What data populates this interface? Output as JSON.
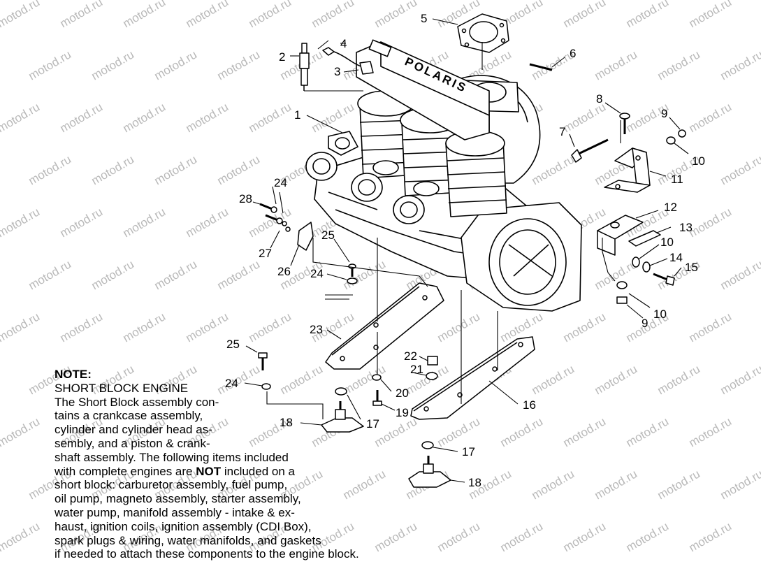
{
  "watermark": "motod.ru",
  "cylinder_head_marking": "POLARIS",
  "note": {
    "title": "NOTE:",
    "heading": "SHORT BLOCK ENGINE",
    "lines": [
      "The Short Block assembly con-",
      "tains a crankcase assembly,",
      "cylinder and cylinder head as-",
      "sembly, and a piston & crank-",
      "shaft assembly.  The following items included"
    ],
    "line6_pre": "with complete engines are ",
    "line6_bold": "NOT",
    "line6_post": " included on a",
    "lines_after": [
      "short block:  carburetor assembly, fuel pump,",
      "oil pump, magneto assembly, starter assembly,",
      "water pump, manifold assembly - intake & ex-",
      "haust, ignition coils, ignition assembly (CDI Box),",
      "spark plugs & wiring, water manifolds, and gaskets",
      "if needed to attach these components to the engine block."
    ]
  },
  "callouts": {
    "c1": "1",
    "c2": "2",
    "c3": "3",
    "c4": "4",
    "c5": "5",
    "c6": "6",
    "c7": "7",
    "c8": "8",
    "c9a": "9",
    "c9b": "9",
    "c10a": "10",
    "c10b": "10",
    "c10c": "10",
    "c11": "11",
    "c12": "12",
    "c13": "13",
    "c14": "14",
    "c15": "15",
    "c16": "16",
    "c17a": "17",
    "c17b": "17",
    "c18a": "18",
    "c18b": "18",
    "c19": "19",
    "c20": "20",
    "c21": "21",
    "c22": "22",
    "c23": "23",
    "c24a": "24",
    "c24b": "24",
    "c24c": "24",
    "c25a": "25",
    "c25b": "25",
    "c26": "26",
    "c27": "27",
    "c28": "28"
  }
}
